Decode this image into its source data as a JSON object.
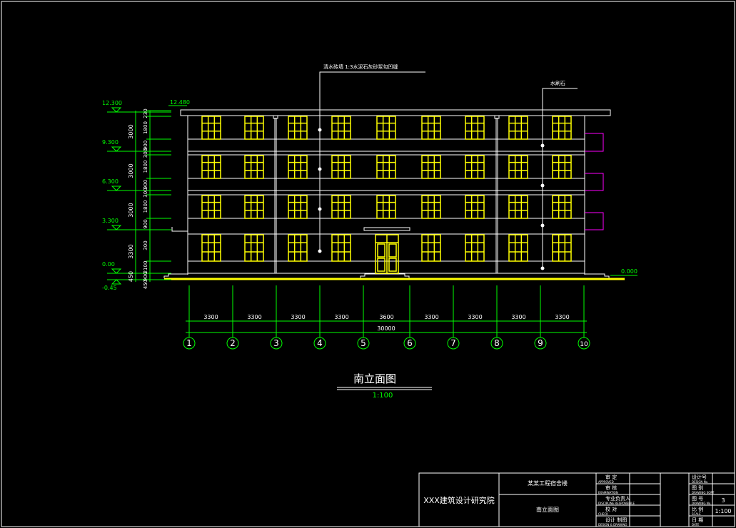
{
  "drawing": {
    "title": "南立面图",
    "scale": "1:100",
    "notes": [
      "清水砖墙 1:3水泥石灰砂浆勾凹缝",
      "水刷石"
    ],
    "roof_level": "12.480",
    "ground_level_right": "0.000",
    "levels": [
      "12.300",
      "9.300",
      "6.300",
      "3.300",
      "0.00",
      "-0.45"
    ],
    "floor_dims": [
      "3000",
      "3000",
      "3000",
      "3300",
      "450"
    ],
    "detail_dims": [
      "230",
      "1800",
      "900",
      "300",
      "1800",
      "900",
      "300",
      "1800",
      "900",
      "300",
      "2100",
      "900",
      "450"
    ],
    "axis_dims": [
      "3300",
      "3300",
      "3300",
      "3300",
      "3600",
      "3300",
      "3300",
      "3300",
      "3300"
    ],
    "total_dim": "30000",
    "axes": [
      "1",
      "2",
      "3",
      "4",
      "5",
      "6",
      "7",
      "8",
      "9",
      "10"
    ]
  },
  "title_block": {
    "company": "XXX建筑设计研究院",
    "project": "某某工程宿舍楼",
    "sheet_name": "南立面图",
    "roles": [
      {
        "cn": "审 定",
        "en": "APPROVED"
      },
      {
        "cn": "审 核",
        "en": "EXAMINATION"
      },
      {
        "cn": "专业负责人",
        "en": "DISCIPLINE RESPONSIBLE"
      },
      {
        "cn": "校 对",
        "en": "CHECK"
      },
      {
        "cn": "设计 制图",
        "en": "DESIGN & DRAWING"
      }
    ],
    "info": [
      {
        "cn": "设计号",
        "en": "DESIGN No.",
        "value": ""
      },
      {
        "cn": "图 别",
        "en": "DRAWING SORT",
        "value": ""
      },
      {
        "cn": "图 号",
        "en": "DRAWING No.",
        "value": "3"
      },
      {
        "cn": "比 例",
        "en": "SCALE",
        "value": "1:100"
      },
      {
        "cn": "日 期",
        "en": "DATE",
        "value": ""
      }
    ]
  }
}
